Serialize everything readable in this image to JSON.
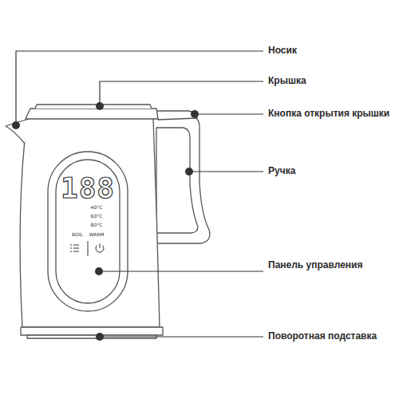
{
  "diagram": {
    "labels": [
      "Носик",
      "Крышка",
      "Кнопка открытия крышки",
      "Ручка",
      "Панель управления",
      "Поворотная подставка",
      "188",
      "40°C",
      "60°C",
      "80°C",
      "BOIL",
      "WARM"
    ]
  }
}
